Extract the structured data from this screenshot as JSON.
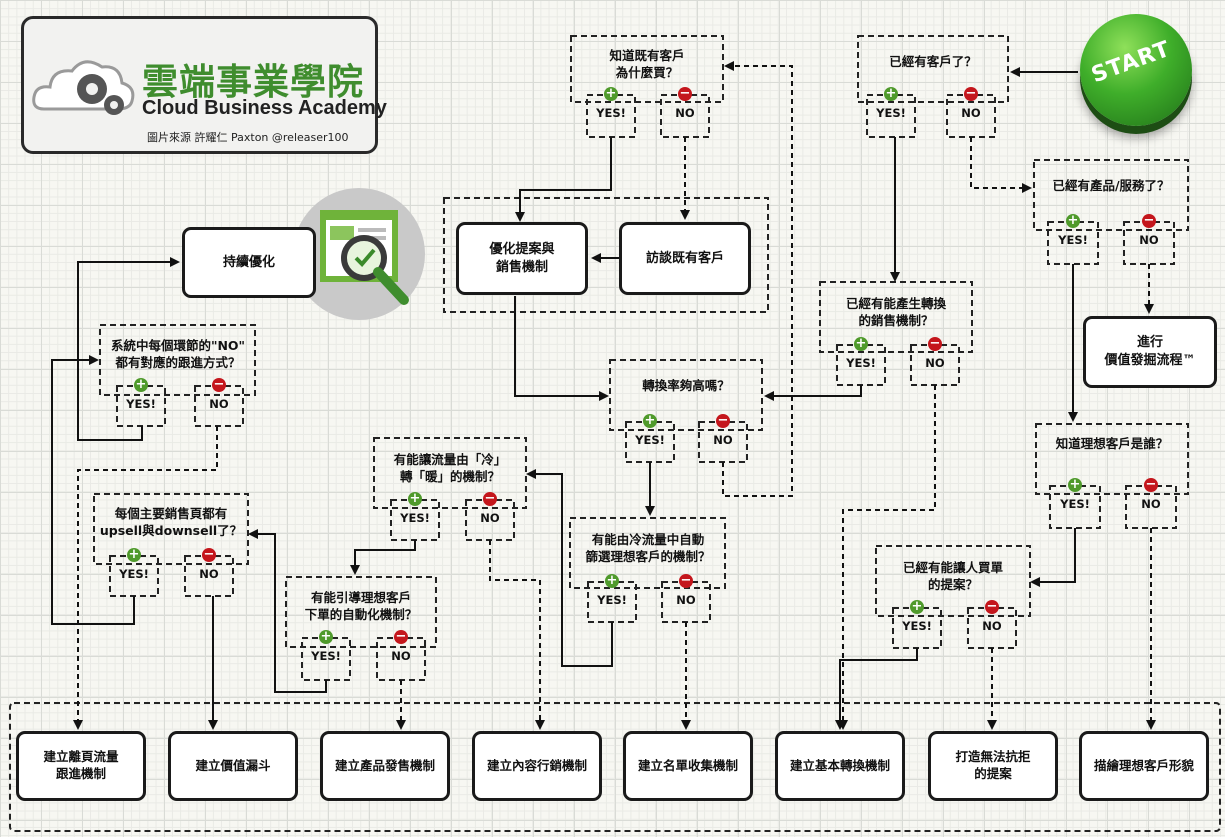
{
  "logo": {
    "title_cn": "雲端事業學院",
    "title_en": "Cloud Business Academy",
    "credit": "圖片來源 許耀仁 Paxton @releaser100"
  },
  "start": {
    "label": "START"
  },
  "answers": {
    "yes": "YES!",
    "no": "NO"
  },
  "questions": {
    "have_customers": "已經有客戶了？",
    "know_why_buy": "知道既有客戶\n為什麼買？",
    "have_product": "已經有產品/服務了？",
    "have_conversion": "已經有能產生轉換\n的銷售機制？",
    "conversion_high": "轉換率夠高嗎？",
    "know_ideal": "知道理想客戶是誰？",
    "cold_to_warm": "有能讓流量由「冷」\n轉「暖」的機制？",
    "auto_filter": "有能由冷流量中自動\n篩選理想客戶的機制？",
    "guide_order": "有能引導理想客戶\n下單的自動化機制？",
    "have_offer": "已經有能讓人買單\n的提案？",
    "upsell": "每個主要銷售頁都有\nupsell與downsell了？",
    "system_no": "系統中每個環節的\"NO\"\n都有對應的跟進方式？"
  },
  "boxes": {
    "optimize": "持續優化",
    "optimize_pitch": "優化提案與\n銷售機制",
    "interview": "訪談既有客戶",
    "value_discovery": "進行\n價值發掘流程™"
  },
  "bottom": [
    "建立離頁流量\n跟進機制",
    "建立價值漏斗",
    "建立產品發售機制",
    "建立內容行銷機制",
    "建立名單收集機制",
    "建立基本轉換機制",
    "打造無法抗拒\n的提案",
    "描繪理想客戶形貌"
  ]
}
